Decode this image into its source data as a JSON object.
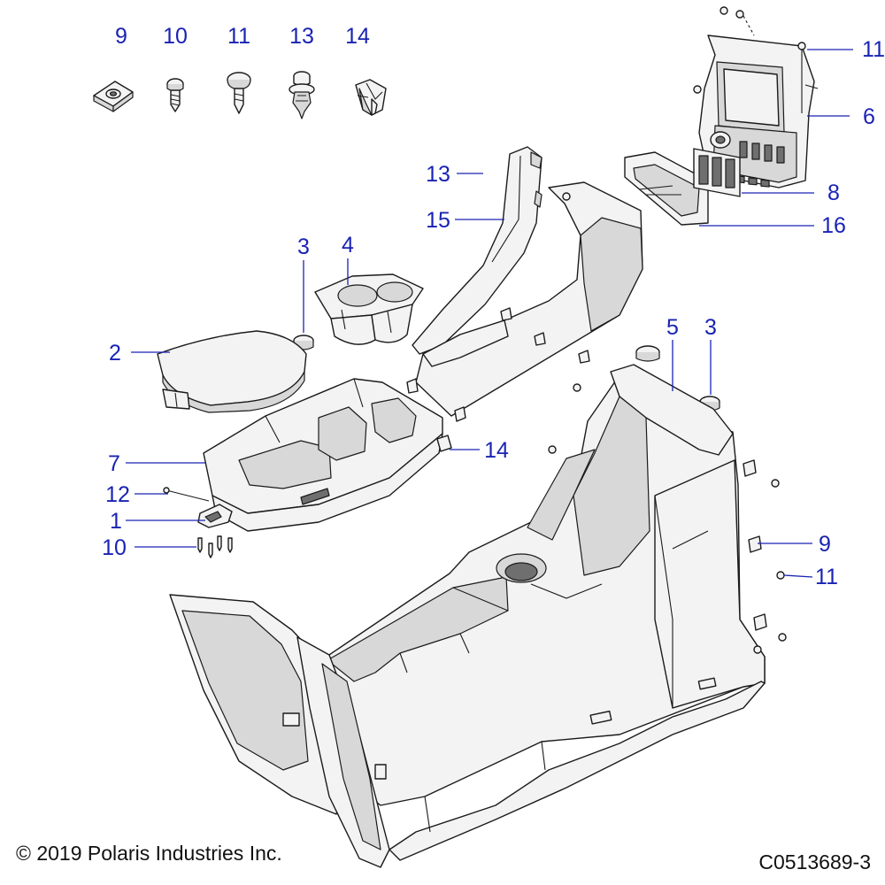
{
  "callouts": {
    "legend_9": "9",
    "legend_10": "10",
    "legend_11": "11",
    "legend_13": "13",
    "legend_14": "14",
    "panel_11": "11",
    "panel_6": "6",
    "bezel_8": "8",
    "bezel_16": "16",
    "side_13": "13",
    "side_15": "15",
    "grommet_3_left": "3",
    "cupholder_4": "4",
    "armrest_2": "2",
    "tray_7": "7",
    "clip_14": "14",
    "bolt_12": "12",
    "latch_1": "1",
    "screw_10": "10",
    "console_5": "5",
    "grommet_3_right": "3",
    "nut_9": "9",
    "screw_11": "11"
  },
  "footer": {
    "copyright": "© 2019 Polaris Industries Inc.",
    "diagram_code": "C0513689-3"
  }
}
